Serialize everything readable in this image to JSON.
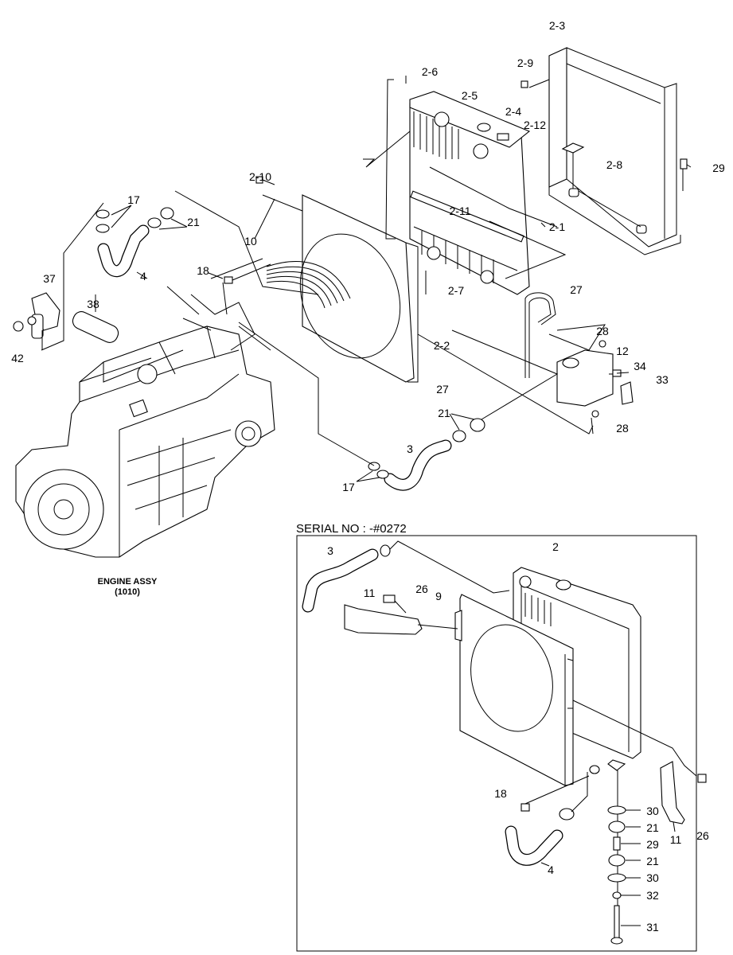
{
  "diagram": {
    "main_labels": [
      "2-3",
      "2-9",
      "2-6",
      "2-5",
      "2-4",
      "2-12",
      "2-8",
      "29",
      "2-10",
      "17",
      "21",
      "2-11",
      "2-1",
      "10",
      "18",
      "4",
      "37",
      "2-7",
      "27",
      "38",
      "28",
      "12",
      "2-2",
      "42",
      "34",
      "33",
      "27",
      "21",
      "28",
      "3",
      "17"
    ],
    "engine_caption": {
      "name": "ENGINE ASSY",
      "code": "(1010)"
    },
    "inset": {
      "title": "SERIAL NO : -#0272",
      "labels": [
        "3",
        "2",
        "26",
        "11",
        "9",
        "18",
        "30",
        "21",
        "26",
        "29",
        "11",
        "21",
        "4",
        "30",
        "32",
        "31"
      ]
    }
  }
}
